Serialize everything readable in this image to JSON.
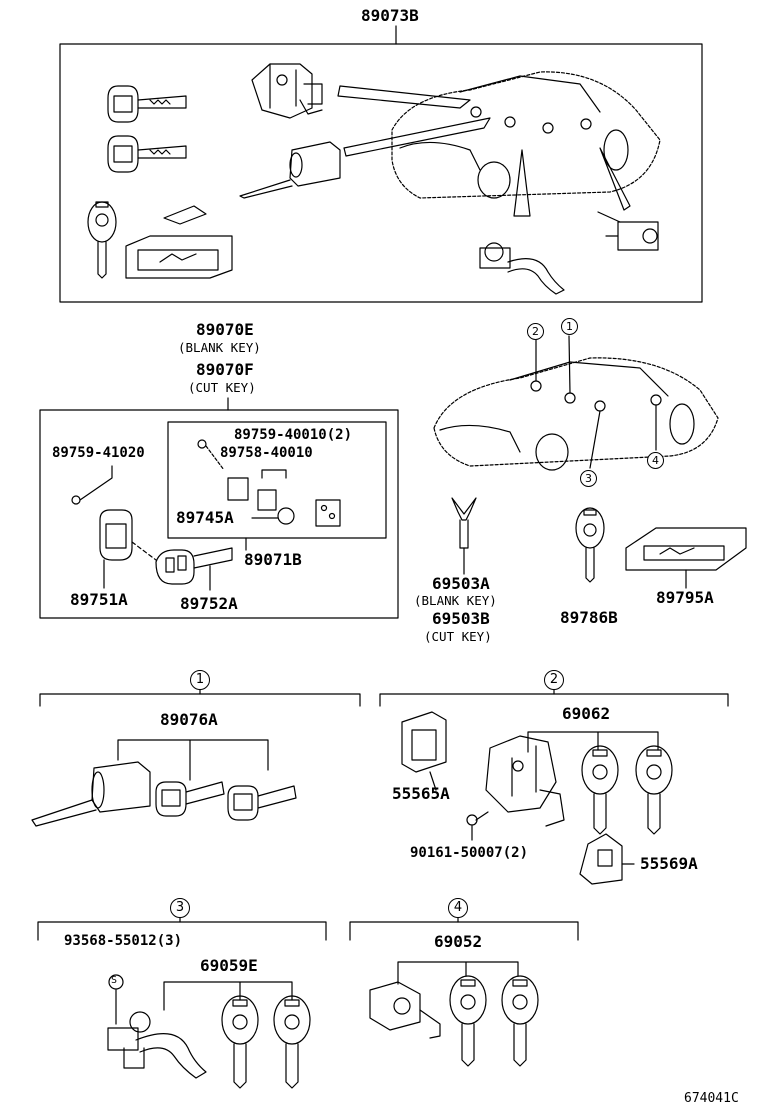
{
  "parts": {
    "main_set": "89073B",
    "blank_key_e": "89070E",
    "blank_key_e_note": "(BLANK KEY)",
    "cut_key_f": "89070F",
    "cut_key_f_note": "(CUT KEY)",
    "screw_a": "89759-41020",
    "screw_b": "89759-40010(2)",
    "part_89758": "89758-40010",
    "part_89745": "89745A",
    "part_89071": "89071B",
    "case_89751": "89751A",
    "key_89752": "89752A",
    "blank_69503": "69503A",
    "blank_69503_note": "(BLANK KEY)",
    "cut_69503": "69503B",
    "cut_69503_note": "(CUT KEY)",
    "key_89786": "89786B",
    "card_89795": "89795A",
    "cyl_89076": "89076A",
    "lock_69062": "69062",
    "cover_55565": "55565A",
    "screw_90161": "90161-50007(2)",
    "cover_55569": "55569A",
    "screw_93568": "93568-55012(3)",
    "lock_69059": "69059E",
    "lock_69052": "69052",
    "diagram_code": "674041C"
  },
  "callouts": [
    "1",
    "2",
    "3",
    "4"
  ],
  "screw_glyph": "S"
}
